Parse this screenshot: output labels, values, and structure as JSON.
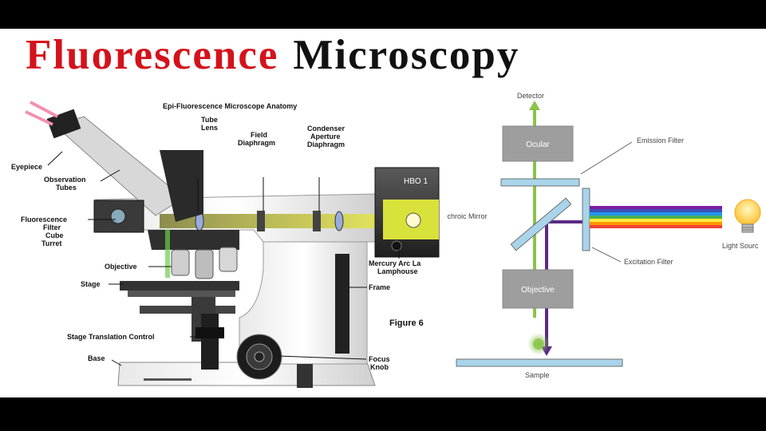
{
  "title": {
    "word1": "Fluorescence",
    "word2": "Microscopy"
  },
  "anatomy": {
    "heading": "Epi-Fluorescence Microscope Anatomy",
    "figure_caption": "Figure 6",
    "housing_label": "HBO 1",
    "labels": {
      "eyepiece": "Eyepiece",
      "observation_tubes": [
        "Observation",
        "Tubes"
      ],
      "tube_lens": [
        "Tube",
        "Lens"
      ],
      "field_diaphragm": [
        "Field",
        "Diaphragm"
      ],
      "condenser_aperture": [
        "Condenser",
        "Aperture",
        "Diaphragm"
      ],
      "fluorescence_turret": [
        "Fluorescence",
        "Filter",
        "Cube",
        "Turret"
      ],
      "objective": "Objective",
      "stage": "Stage",
      "mercury_lamphouse": [
        "Mercury Arc La",
        "Lamphouse"
      ],
      "frame": "Frame",
      "stage_translation": "Stage Translation Control",
      "base": "Base",
      "focus_knob": [
        "Focus",
        "Knob"
      ]
    }
  },
  "lightpath": {
    "detector": "Detector",
    "ocular": "Ocular",
    "emission_filter": "Emission Filter",
    "dichroic_mirror": "Dichroic Mirror",
    "excitation_filter": "Excitation Filter",
    "objective": "Objective",
    "sample": "Sample",
    "light_source": "Light Sourc",
    "colors": {
      "emission": "#8bc34a",
      "excitation": "#5b2a86",
      "optics": "#a9d4ea",
      "box": "#9e9e9e",
      "spectrum": [
        "#7b1fa2",
        "#3f51b5",
        "#2196f3",
        "#4caf50",
        "#ffeb3b",
        "#ff9800",
        "#f44336"
      ]
    }
  }
}
